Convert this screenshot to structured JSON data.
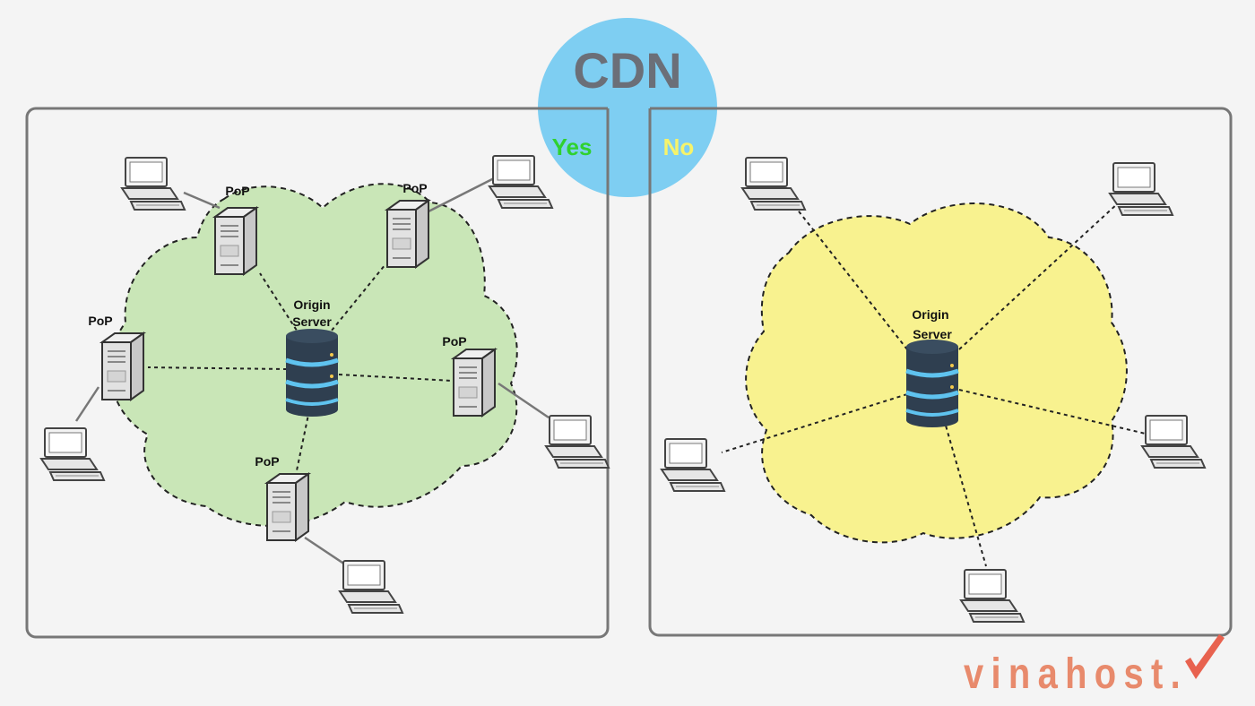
{
  "title": "CDN",
  "options": {
    "yes": "Yes",
    "no": "No"
  },
  "colors": {
    "circle": "#7ecef2",
    "yes": "#2fd12f",
    "no": "#f6f36a",
    "title": "#6b6f78",
    "greenCloud": "#c9e6b7",
    "yellowCloud": "#f8f28f",
    "brand": "#e88a6c"
  },
  "with_cdn": {
    "pops": [
      {
        "label": "PoP"
      },
      {
        "label": "PoP"
      },
      {
        "label": "PoP"
      },
      {
        "label": "PoP"
      },
      {
        "label": "PoP"
      }
    ],
    "origin": {
      "line1": "Origin",
      "line2": "Server"
    }
  },
  "without_cdn": {
    "origin": {
      "line1": "Origin",
      "line2": "Server"
    }
  },
  "brand": {
    "text": "vinahost."
  }
}
